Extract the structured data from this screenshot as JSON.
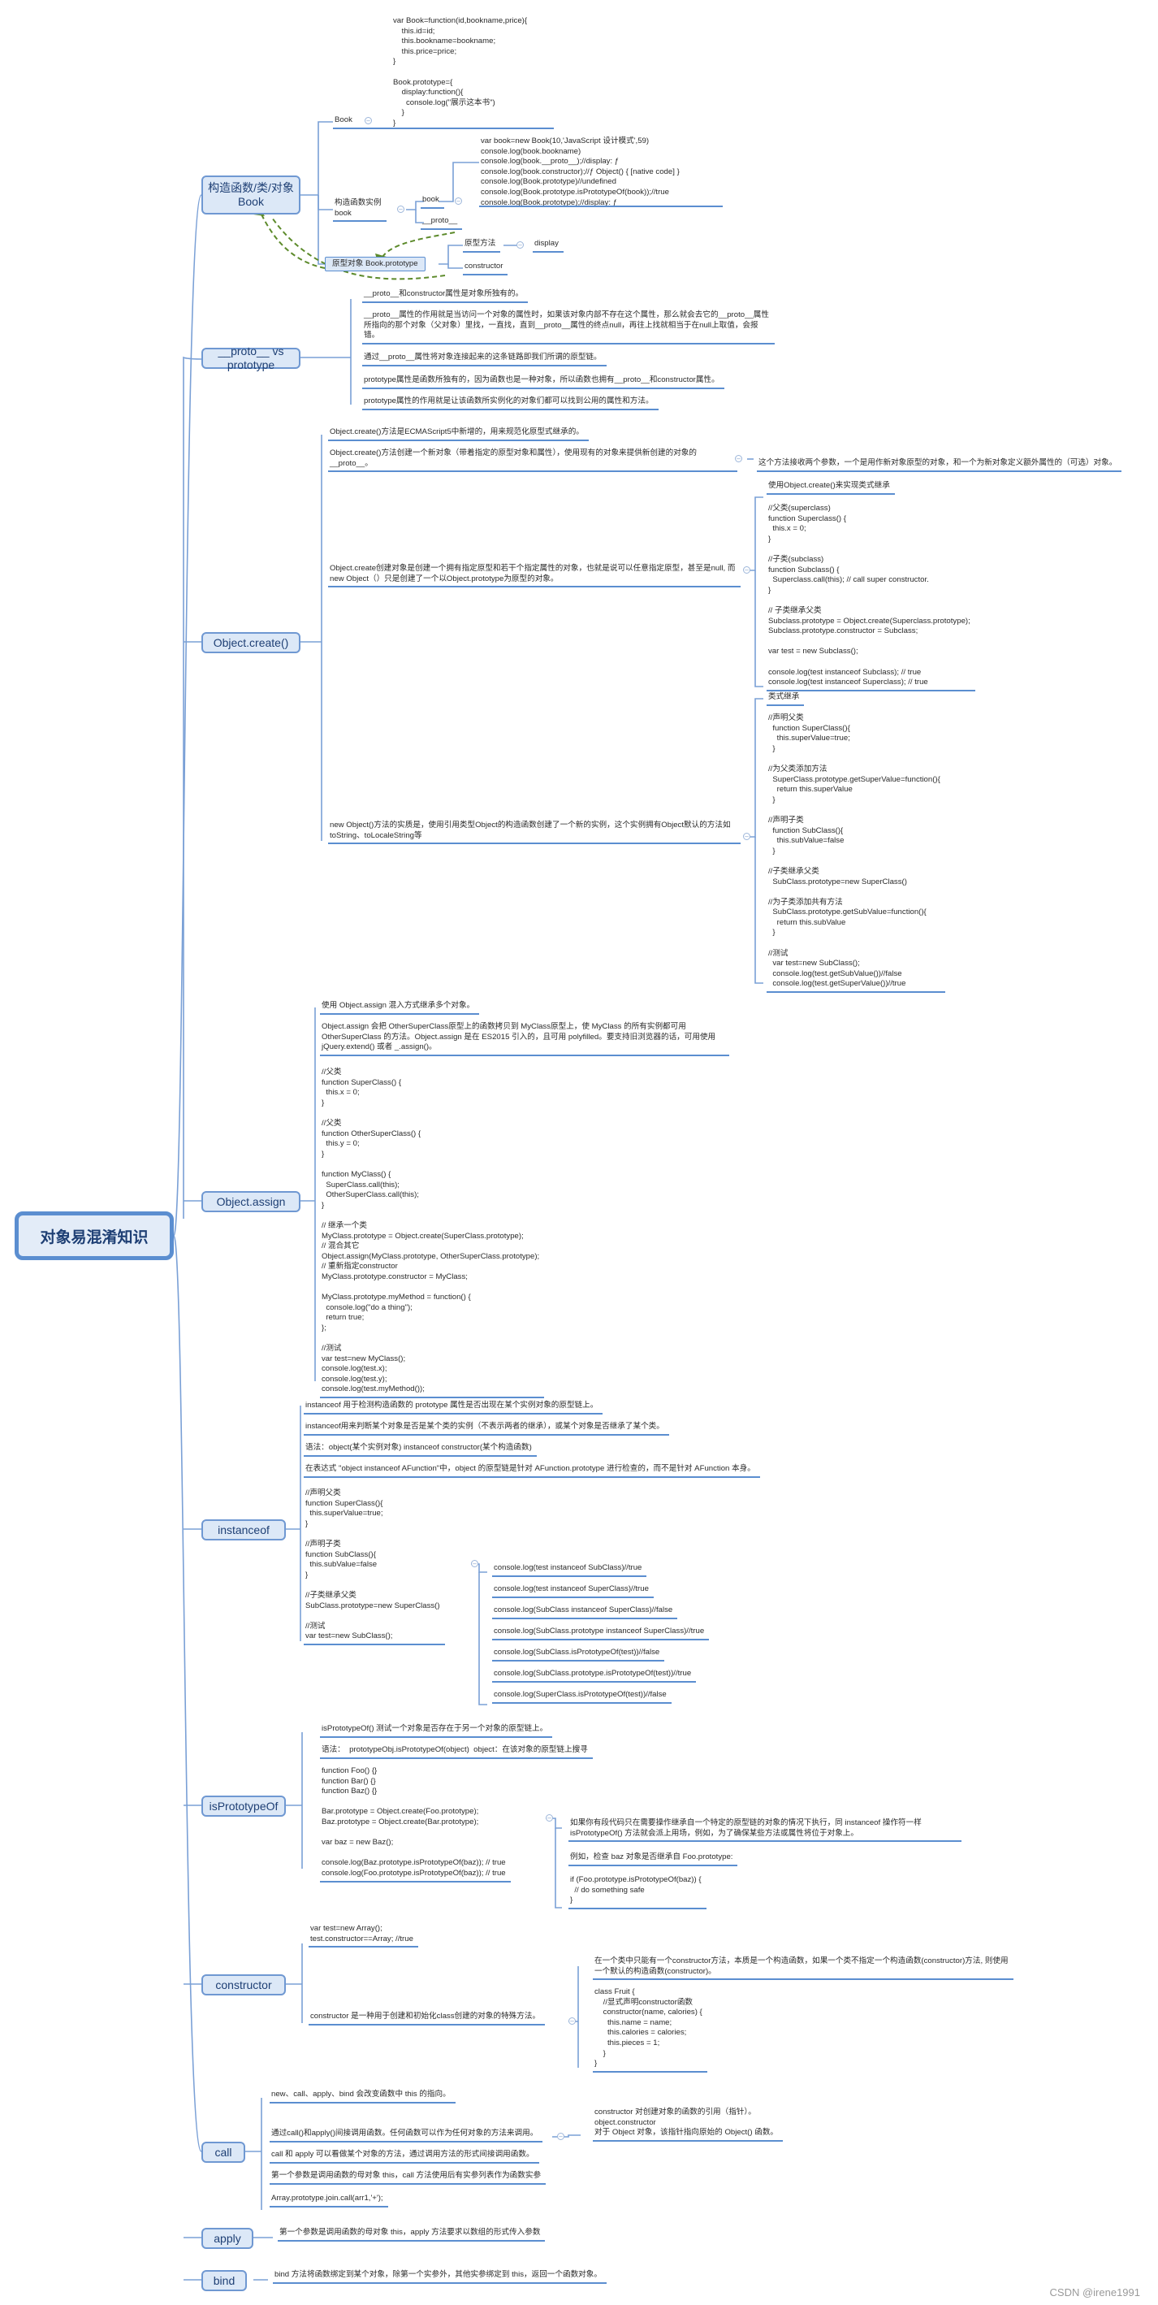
{
  "root": "对象易混淆知识",
  "watermark": "CSDN @irene1991",
  "topics": {
    "book": "构造函数/类/对象Book",
    "proto": "__proto__ vs prototype",
    "create": "Object.create()",
    "assign": "Object.assign",
    "instanceof": "instanceof",
    "isproto": "isPrototypeOf",
    "constructor": "constructor",
    "call": "call",
    "apply": "apply",
    "bind": "bind"
  },
  "book": {
    "label_book": "Book",
    "code_book": "var Book=function(id,bookname,price){\n    this.id=id;\n    this.bookname=bookname;\n    this.price=price;\n}\n\nBook.prototype={\n    display:function(){\n      console.log(\"展示这本书\")\n    }\n}",
    "label_instance": "构造函数实例\nbook",
    "label_book_small": "book",
    "code_instance": "var book=new Book(10,'JavaScript 设计模式',59)\nconsole.log(book.bookname)\nconsole.log(book.__proto__);//display: ƒ\nconsole.log(book.constructor);//ƒ Object() { [native code] }\nconsole.log(Book.prototype)//undefined\nconsole.log(Book.prototype.isPrototypeOf(book));//true\nconsole.log(Book.prototype);//display: ƒ",
    "label_proto": "__proto__",
    "label_prototype_obj": "原型对象 Book.prototype",
    "label_proto_method": "原型方法",
    "label_display": "display",
    "label_constructor": "constructor"
  },
  "proto": [
    "__proto__和constructor属性是对象所独有的。",
    "__proto__属性的作用就是当访问一个对象的属性时，如果该对象内部不存在这个属性，那么就会去它的__proto__属性所指向的那个对象（父对象）里找，一直找，直到__proto__属性的终点null，再往上找就相当于在null上取值，会报错。",
    "通过__proto__属性将对象连接起来的这条链路即我们所谓的原型链。",
    "prototype属性是函数所独有的，因为函数也是一种对象，所以函数也拥有__proto__和constructor属性。",
    "prototype属性的作用就是让该函数所实例化的对象们都可以找到公用的属性和方法。"
  ],
  "create": {
    "intro": "Object.create()方法是ECMAScript5中新增的，用来规范化原型式继承的。",
    "desc": "Object.create()方法创建一个新对象（带着指定的原型对象和属性），使用现有的对象来提供新创建的对象的__proto__。",
    "params": "这个方法接收两个参数，一个是用作新对象原型的对象，和一个为新对象定义额外属性的（可选）对象。",
    "compare": "Object.create创建对象是创建一个拥有指定原型和若干个指定属性的对象，也就是说可以任意指定原型，甚至是null, 而new Object（）只是创建了一个以Object.prototype为原型的对象。",
    "sample_title": "使用Object.create()来实现类式继承",
    "sample_code": "//父类(superclass)\nfunction Superclass() {\n  this.x = 0;\n}\n\n//子类(subclass)\nfunction Subclass() {\n  Superclass.call(this); // call super constructor.\n}\n\n// 子类继承父类\nSubclass.prototype = Object.create(Superclass.prototype);\nSubclass.prototype.constructor = Subclass;\n\nvar test = new Subclass();\n\nconsole.log(test instanceof Subclass); // true\nconsole.log(test instanceof Superclass); // true",
    "newobj": "new Object()方法的实质是，使用引用类型Object的构造函数创建了一个新的实例，这个实例拥有Object默认的方法如toString、toLocaleString等",
    "inherit_title": "类式继承",
    "inherit_code": "//声明父类\n  function SuperClass(){\n    this.superValue=true;\n  }\n\n//为父类添加方法\n  SuperClass.prototype.getSuperValue=function(){\n    return this.superValue\n  }\n\n//声明子类\n  function SubClass(){\n    this.subValue=false\n  }\n\n//子类继承父类\n  SubClass.prototype=new SuperClass()\n\n//为子类添加共有方法\n  SubClass.prototype.getSubValue=function(){\n    return this.subValue\n  }\n\n//测试\n  var test=new SubClass();\n  console.log(test.getSubValue())//false\n  console.log(test.getSuperValue())//true"
  },
  "assign": {
    "line1": "使用 Object.assign 混入方式继承多个对象。",
    "line2": "Object.assign 会把  OtherSuperClass原型上的函数拷贝到 MyClass原型上，使 MyClass 的所有实例都可用 OtherSuperClass 的方法。Object.assign 是在 ES2015 引入的，且可用 polyfilled。要支持旧浏览器的话，可用使用 jQuery.extend() 或者 _.assign()。",
    "code": "//父类\nfunction SuperClass() {\n  this.x = 0;\n}\n\n//父类\nfunction OtherSuperClass() {\n  this.y = 0;\n}\n\nfunction MyClass() {\n  SuperClass.call(this);\n  OtherSuperClass.call(this);\n}\n\n// 继承一个类\nMyClass.prototype = Object.create(SuperClass.prototype);\n// 混合其它\nObject.assign(MyClass.prototype, OtherSuperClass.prototype);\n// 重新指定constructor\nMyClass.prototype.constructor = MyClass;\n\nMyClass.prototype.myMethod = function() {\n  console.log(\"do a thing\");\n  return true;\n};\n\n//测试\nvar test=new MyClass();\nconsole.log(test.x);\nconsole.log(test.y);\nconsole.log(test.myMethod());"
  },
  "instanceof": {
    "line1": "instanceof 用于检测构造函数的 prototype 属性是否出现在某个实例对象的原型链上。",
    "line2": "instanceof用来判断某个对象是否是某个类的实例（不表示两者的继承），或某个对象是否继承了某个类。",
    "line3": "语法：object(某个实例对象) instanceof constructor(某个构造函数)",
    "line4": "在表达式 \"object instanceof AFunction\"中，object 的原型链是针对 AFunction.prototype 进行检查的，而不是针对 AFunction 本身。",
    "code": "//声明父类\nfunction SuperClass(){\n  this.superValue=true;\n}\n\n//声明子类\nfunction SubClass(){\n  this.subValue=false\n}\n\n//子类继承父类\nSubClass.prototype=new SuperClass()\n\n//测试\nvar test=new SubClass();",
    "results": [
      "console.log(test instanceof SubClass)//true",
      "console.log(test instanceof SuperClass)//true",
      "console.log(SubClass instanceof SuperClass)//false",
      "console.log(SubClass.prototype instanceof SuperClass)//true",
      "console.log(SubClass.isPrototypeOf(test))//false",
      "console.log(SubClass.prototype.isPrototypeOf(test))//true",
      "console.log(SuperClass.isPrototypeOf(test))//false"
    ]
  },
  "isproto": {
    "line1": "isPrototypeOf() 测试一个对象是否存在于另一个对象的原型链上。",
    "line2": "语法：  prototypeObj.isPrototypeOf(object)  object：在该对象的原型链上搜寻",
    "code": "function Foo() {}\nfunction Bar() {}\nfunction Baz() {}\n\nBar.prototype = Object.create(Foo.prototype);\nBaz.prototype = Object.create(Bar.prototype);\n\nvar baz = new Baz();\n\nconsole.log(Baz.prototype.isPrototypeOf(baz)); // true\nconsole.log(Foo.prototype.isPrototypeOf(baz)); // true",
    "note1": "如果你有段代码只在需要操作继承自一个特定的原型链的对象的情况下执行，同 instanceof 操作符一样 isPrototypeOf() 方法就会派上用场，例如，为了确保某些方法或属性将位于对象上。",
    "note2": "例如，检查 baz 对象是否继承自 Foo.prototype:",
    "note3": "if (Foo.prototype.isPrototypeOf(baz)) {\n  // do something safe\n}"
  },
  "constructor": {
    "code": "var test=new Array();\ntest.constructor==Array; //true",
    "desc": "constructor 是一种用于创建和初始化class创建的对象的特殊方法。",
    "note1": "在一个类中只能有一个constructor方法，本质是一个构造函数，如果一个类不指定一个构造函数(constructor)方法, 则使用一个默认的构造函数(constructor)。",
    "note2": "class Fruit {\n    //显式声明constructor函数\n    constructor(name, calories) {\n      this.name = name;\n      this.calories = calories;\n      this.pieces = 1;\n    }\n}"
  },
  "call": {
    "line1": "new、call、apply、bind 会改变函数中 this 的指向。",
    "line2": "通过call()和apply()间接调用函数。任何函数可以作为任何对象的方法来调用。",
    "line2_note": "constructor 对创建对象的函数的引用（指针）。\nobject.constructor\n对于 Object 对象，该指针指向原始的 Object() 函数。",
    "line3": "call 和 apply 可以看做某个对象的方法，通过调用方法的形式间接调用函数。",
    "line4": "第一个参数是调用函数的母对象 this，call 方法使用后有实参列表作为函数实参",
    "line5": "Array.prototype.join.call(arr1,'+');"
  },
  "apply": {
    "line1": "第一个参数是调用函数的母对象 this，apply 方法要求以数组的形式传入参数"
  },
  "bind": {
    "line1": "bind 方法将函数绑定到某个对象，除第一个实参外，其他实参绑定到 this，返回一个函数对象。"
  }
}
